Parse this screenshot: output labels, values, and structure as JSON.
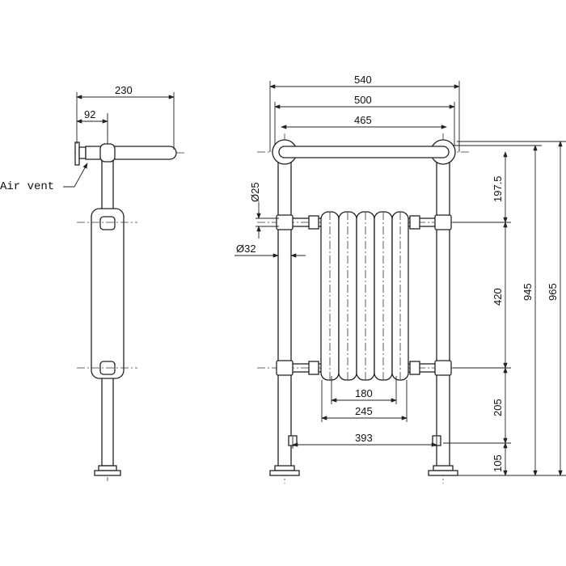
{
  "side_view": {
    "dim_overall_depth": "230",
    "dim_wall_to_center": "92",
    "air_vent_label": "Air vent"
  },
  "front_view": {
    "dim_overall_width": "540",
    "dim_flange_centers": "500",
    "dim_pipe_centers": "465",
    "dim_top_to_valve": "197.5",
    "dim_valve_centers": "420",
    "dim_lower_valve": "205",
    "dim_floor_inlet": "105",
    "dim_height_945": "945",
    "dim_height_965": "965",
    "dim_radiator_180": "180",
    "dim_radiator_245": "245",
    "dim_inlet_spacing": "393",
    "dim_dia_25": "Ø25",
    "dim_dia_32": "Ø32"
  }
}
